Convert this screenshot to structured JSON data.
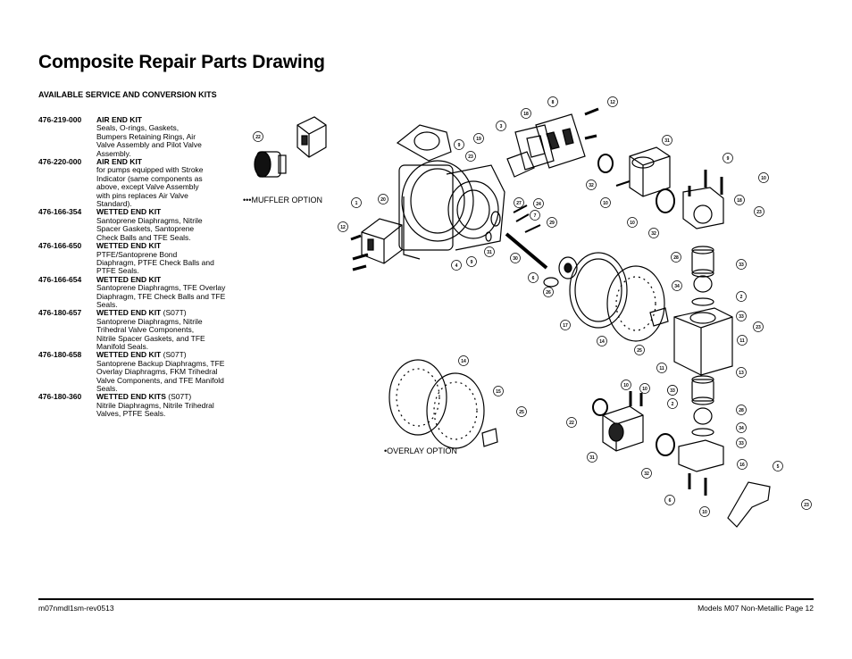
{
  "page_title": "Composite Repair Parts Drawing",
  "kits_heading": "AVAILABLE SERVICE AND CONVERSION KITS",
  "kits": [
    {
      "part": "476-219-000",
      "name": "AIR END KIT",
      "suffix": "",
      "desc": "Seals, O-rings, Gaskets,\nBumpers Retaining Rings, Air\nValve Assembly and Pilot Valve\nAssembly."
    },
    {
      "part": "476-220-000",
      "name": "AIR END KIT",
      "suffix": "",
      "desc": "for pumps equipped with Stroke\nIndicator (same components as\nabove, except Valve Assembly\nwith pins replaces Air Valve\nStandard)."
    },
    {
      "part": "476-166-354",
      "name": "WETTED END KIT",
      "suffix": "",
      "desc": "Santoprene Diaphragms, Nitrile\nSpacer Gaskets, Santoprene\nCheck Balls and  TFE Seals."
    },
    {
      "part": "476-166-650",
      "name": "WETTED END KIT",
      "suffix": "",
      "desc": "PTFE/Santoprene Bond\nDiaphragm, PTFE Check Balls and\nPTFE Seals."
    },
    {
      "part": "476-166-654",
      "name": "WETTED END KIT",
      "suffix": "",
      "desc": "Santoprene Diaphragms, TFE Overlay\nDiaphragm, TFE Check Balls and TFE\nSeals."
    },
    {
      "part": "476-180-657",
      "name": "WETTED END KIT",
      "suffix": " (S07T)",
      "desc": "Santoprene Diaphragms, Nitrile\nTrihedral Valve Components,\nNitrile Spacer Gaskets, and TFE\nManifold Seals."
    },
    {
      "part": "476-180-658",
      "name": "WETTED END KIT",
      "suffix": " (S07T)",
      "desc": "Santoprene Backup Diaphragms, TFE\nOverlay Diaphragms, FKM Trihedral\nValve Components, and TFE Manifold\nSeals."
    },
    {
      "part": "476-180-360",
      "name": "WETTED END KITS",
      "suffix": " (S07T)",
      "desc": "Nitrile Diaphragms, Nitrile Trihedral\n       Valves, PTFE Seals."
    }
  ],
  "diagram": {
    "muffler_option": "•••MUFFLER  OPTION",
    "overlay_option": "•OVERLAY  OPTION",
    "callouts": [
      "22",
      "1",
      "12",
      "20",
      "4",
      "9",
      "31",
      "30",
      "6",
      "8",
      "12",
      "3",
      "18",
      "19",
      "9",
      "23",
      "27",
      "24",
      "7",
      "29",
      "31",
      "32",
      "10",
      "10",
      "32",
      "9",
      "10",
      "18",
      "23",
      "28",
      "33",
      "34",
      "2",
      "33",
      "23",
      "11",
      "11",
      "13",
      "33",
      "28",
      "34",
      "33",
      "16",
      "5",
      "23",
      "10",
      "6",
      "25",
      "26",
      "17",
      "14",
      "14",
      "15",
      "25",
      "22",
      "10",
      "10",
      "31",
      "33",
      "2",
      "32"
    ]
  },
  "footer": {
    "left": "m07nmdl1sm-rev0513",
    "right": "Models M07 Non-Metallic Page 12"
  }
}
